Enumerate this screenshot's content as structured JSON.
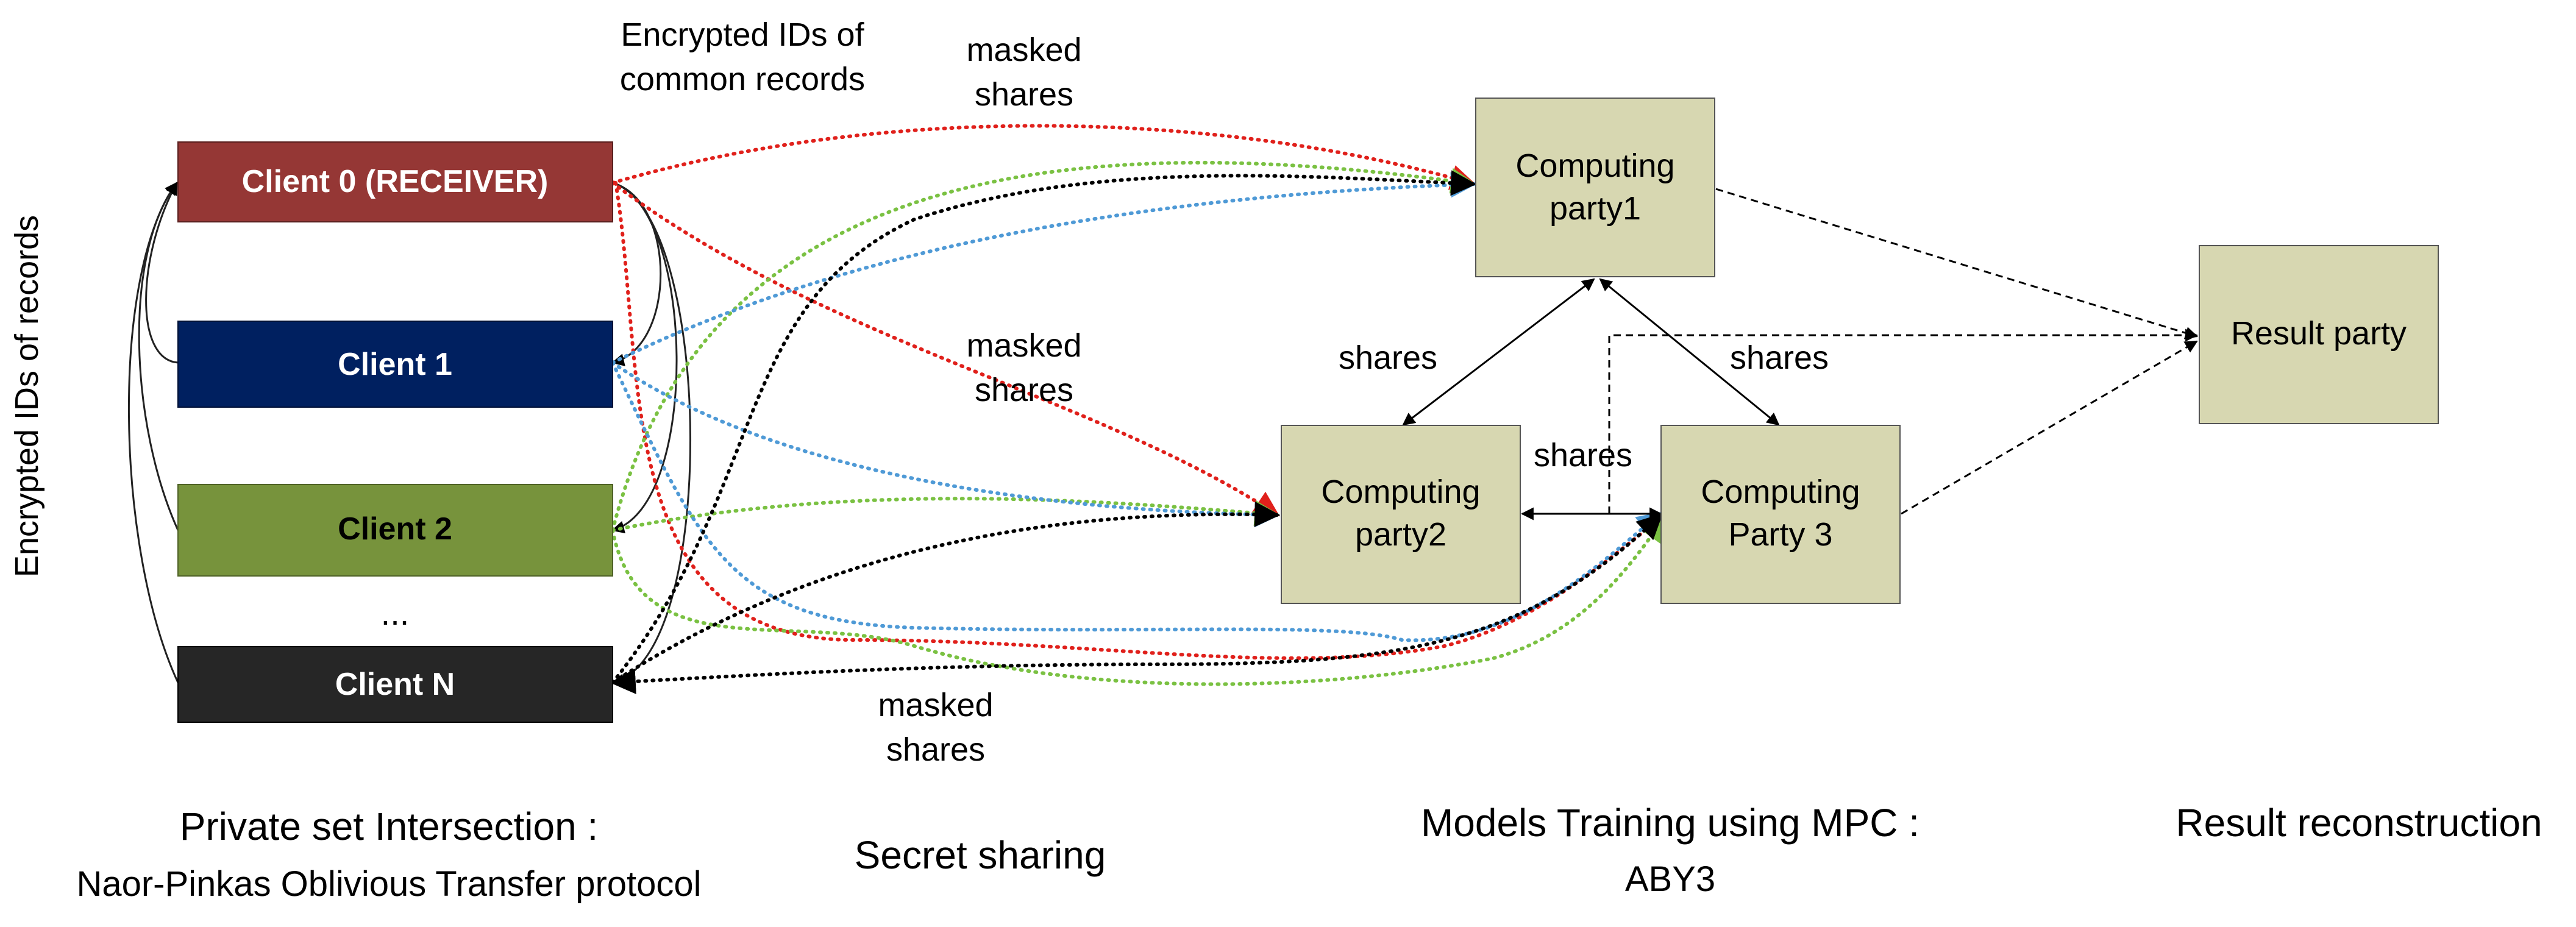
{
  "clients": [
    {
      "id": "client-0",
      "label": "Client 0 (RECEIVER)",
      "fill": "#953735"
    },
    {
      "id": "client-1",
      "label": "Client 1",
      "fill": "#002060"
    },
    {
      "id": "client-2",
      "label": "Client 2",
      "fill": "#77933C"
    },
    {
      "id": "client-n",
      "label": "Client N",
      "fill": "#262626"
    }
  ],
  "ellipsis": "...",
  "parties": {
    "fill": "#D7D7B1",
    "cp1": [
      "Computing",
      "party1"
    ],
    "cp2": [
      "Computing",
      "party2"
    ],
    "cp3": [
      "Computing",
      "Party 3"
    ],
    "result": "Result party"
  },
  "labels": {
    "vertical": "Encrypted IDs of records",
    "encrypted_common": [
      "Encrypted IDs of",
      "common records"
    ],
    "masked_shares_top": [
      "masked",
      "shares"
    ],
    "masked_shares_mid": [
      "masked",
      "shares"
    ],
    "masked_shares_bottom": [
      "masked",
      "shares"
    ],
    "shares_left": "shares",
    "shares_right": "shares",
    "shares_middle": "shares"
  },
  "stages": {
    "psi_title": "Private set Intersection :",
    "psi_sub": "Naor-Pinkas Oblivious Transfer protocol",
    "secret_sharing": "Secret sharing",
    "mpc_title": "Models Training using MPC :",
    "mpc_sub": "ABY3",
    "result_reconstruction": "Result reconstruction"
  },
  "colors": {
    "red": "#E0201B",
    "green": "#7AC142",
    "blue": "#4F9AD6",
    "black": "#000000"
  }
}
